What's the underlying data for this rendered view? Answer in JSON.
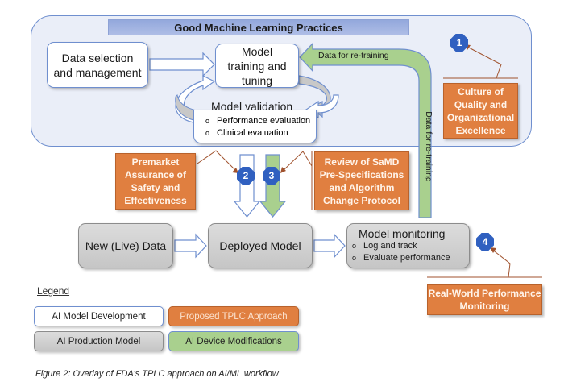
{
  "gmlp": {
    "title": "Good Machine Learning Practices",
    "data_selection": "Data selection and management",
    "model_training": "Model training and tuning",
    "model_validation": {
      "title": "Model validation",
      "items": [
        "Performance evaluation",
        "Clinical evaluation"
      ]
    },
    "retraining_label_horizontal": "Data for re-training",
    "retraining_label_vertical": "Data for re-training"
  },
  "tplc": {
    "culture": "Culture of Quality and Organizational Excellence",
    "premarket": "Premarket Assurance of Safety and Effectiveness",
    "review": "Review of SaMD Pre-Specifications and Algorithm Change Protocol",
    "real_world": "Real-World Performance Monitoring"
  },
  "markers": [
    "1",
    "2",
    "3",
    "4"
  ],
  "production": {
    "new_data": "New (Live) Data",
    "deployed": "Deployed Model",
    "monitoring": {
      "title": "Model monitoring",
      "items": [
        "Log and track",
        "Evaluate performance"
      ]
    }
  },
  "legend": {
    "label": "Legend",
    "items": [
      {
        "label": "AI Model Development",
        "color": "#ffffff"
      },
      {
        "label": "Proposed TPLC Approach",
        "color": "#e07f40"
      },
      {
        "label": "AI Production Model",
        "color": "#cfcfcf"
      },
      {
        "label": "AI Device Modifications",
        "color": "#a9d08e"
      }
    ]
  },
  "caption": "Figure 2: Overlay of FDA's TPLC approach on AI/ML workflow",
  "colors": {
    "accent_blue": "#3060c0",
    "orange": "#e07f40",
    "green": "#a9d08e",
    "connector_brown": "#a0522d"
  }
}
